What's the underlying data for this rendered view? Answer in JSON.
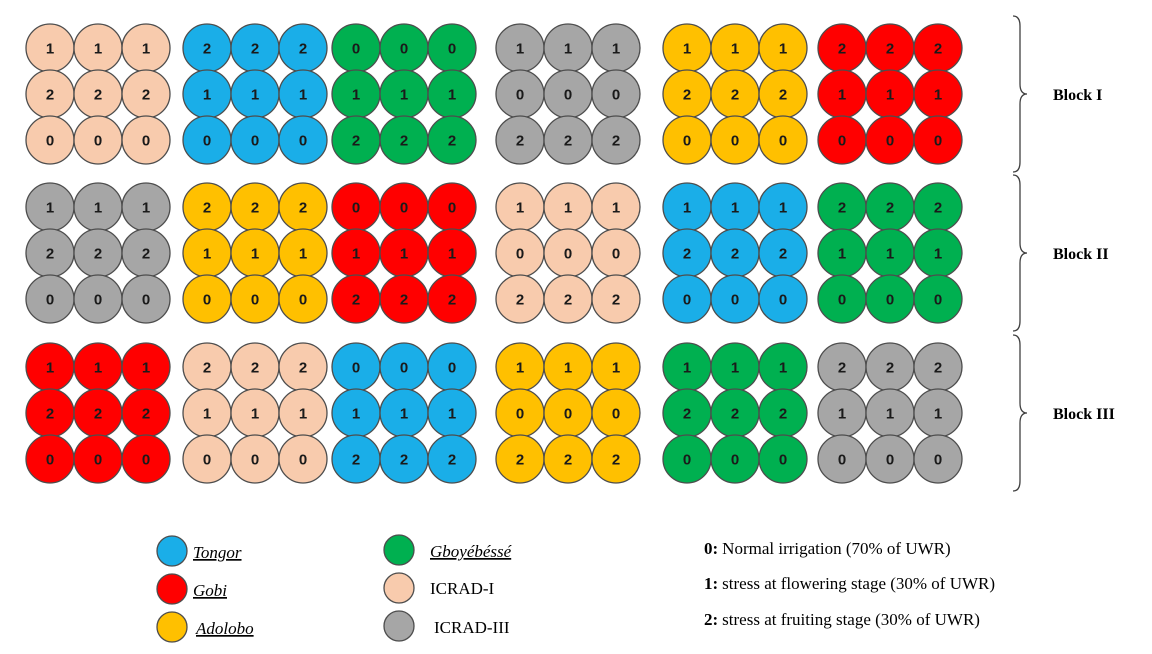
{
  "blocks": [
    {
      "label": "Block I",
      "plots": [
        {
          "variety": "icrad1",
          "rows": [
            [
              "1",
              "1",
              "1"
            ],
            [
              "2",
              "2",
              "2"
            ],
            [
              "0",
              "0",
              "0"
            ]
          ]
        },
        {
          "variety": "tongor",
          "rows": [
            [
              "2",
              "2",
              "2"
            ],
            [
              "1",
              "1",
              "1"
            ],
            [
              "0",
              "0",
              "0"
            ]
          ]
        },
        {
          "variety": "gboyebesse",
          "rows": [
            [
              "0",
              "0",
              "0"
            ],
            [
              "1",
              "1",
              "1"
            ],
            [
              "2",
              "2",
              "2"
            ]
          ]
        },
        {
          "variety": "icrad3",
          "rows": [
            [
              "1",
              "1",
              "1"
            ],
            [
              "0",
              "0",
              "0"
            ],
            [
              "2",
              "2",
              "2"
            ]
          ]
        },
        {
          "variety": "adolobo",
          "rows": [
            [
              "1",
              "1",
              "1"
            ],
            [
              "2",
              "2",
              "2"
            ],
            [
              "0",
              "0",
              "0"
            ]
          ]
        },
        {
          "variety": "gobi",
          "rows": [
            [
              "2",
              "2",
              "2"
            ],
            [
              "1",
              "1",
              "1"
            ],
            [
              "0",
              "0",
              "0"
            ]
          ]
        }
      ]
    },
    {
      "label": "Block II",
      "plots": [
        {
          "variety": "icrad3",
          "rows": [
            [
              "1",
              "1",
              "1"
            ],
            [
              "2",
              "2",
              "2"
            ],
            [
              "0",
              "0",
              "0"
            ]
          ]
        },
        {
          "variety": "adolobo",
          "rows": [
            [
              "2",
              "2",
              "2"
            ],
            [
              "1",
              "1",
              "1"
            ],
            [
              "0",
              "0",
              "0"
            ]
          ]
        },
        {
          "variety": "gobi",
          "rows": [
            [
              "0",
              "0",
              "0"
            ],
            [
              "1",
              "1",
              "1"
            ],
            [
              "2",
              "2",
              "2"
            ]
          ]
        },
        {
          "variety": "icrad1",
          "rows": [
            [
              "1",
              "1",
              "1"
            ],
            [
              "0",
              "0",
              "0"
            ],
            [
              "2",
              "2",
              "2"
            ]
          ]
        },
        {
          "variety": "tongor",
          "rows": [
            [
              "1",
              "1",
              "1"
            ],
            [
              "2",
              "2",
              "2"
            ],
            [
              "0",
              "0",
              "0"
            ]
          ]
        },
        {
          "variety": "gboyebesse",
          "rows": [
            [
              "2",
              "2",
              "2"
            ],
            [
              "1",
              "1",
              "1"
            ],
            [
              "0",
              "0",
              "0"
            ]
          ]
        }
      ]
    },
    {
      "label": "Block III",
      "plots": [
        {
          "variety": "gobi",
          "rows": [
            [
              "1",
              "1",
              "1"
            ],
            [
              "2",
              "2",
              "2"
            ],
            [
              "0",
              "0",
              "0"
            ]
          ]
        },
        {
          "variety": "icrad1",
          "rows": [
            [
              "2",
              "2",
              "2"
            ],
            [
              "1",
              "1",
              "1"
            ],
            [
              "0",
              "0",
              "0"
            ]
          ]
        },
        {
          "variety": "tongor",
          "rows": [
            [
              "0",
              "0",
              "0"
            ],
            [
              "1",
              "1",
              "1"
            ],
            [
              "2",
              "2",
              "2"
            ]
          ]
        },
        {
          "variety": "adolobo",
          "rows": [
            [
              "1",
              "1",
              "1"
            ],
            [
              "0",
              "0",
              "0"
            ],
            [
              "2",
              "2",
              "2"
            ]
          ]
        },
        {
          "variety": "gboyebesse",
          "rows": [
            [
              "1",
              "1",
              "1"
            ],
            [
              "2",
              "2",
              "2"
            ],
            [
              "0",
              "0",
              "0"
            ]
          ]
        },
        {
          "variety": "icrad3",
          "rows": [
            [
              "2",
              "2",
              "2"
            ],
            [
              "1",
              "1",
              "1"
            ],
            [
              "0",
              "0",
              "0"
            ]
          ]
        }
      ]
    }
  ],
  "colors": {
    "tongor": "#1aaee8",
    "gobi": "#ff0000",
    "adolobo": "#ffc000",
    "gboyebesse": "#00b050",
    "icrad1": "#f8cbad",
    "icrad3": "#a6a6a6"
  },
  "legend": {
    "varieties": [
      {
        "key": "tongor",
        "label": "Tongor",
        "italic": true
      },
      {
        "key": "gobi",
        "label": "Gobi",
        "italic": true
      },
      {
        "key": "adolobo",
        "label": "Adolobo",
        "italic": true
      },
      {
        "key": "gboyebesse",
        "label": "Gboyébéssé",
        "italic": true
      },
      {
        "key": "icrad1",
        "label": "ICRAD-I",
        "italic": false
      },
      {
        "key": "icrad3",
        "label": "ICRAD-III",
        "italic": false
      }
    ],
    "treatments": [
      {
        "code": "0:",
        "description": "Normal irrigation (70% of UWR)"
      },
      {
        "code": "1:",
        "description": "stress at flowering stage (30% of UWR)"
      },
      {
        "code": "2:",
        "description": "stress at fruiting stage (30% of UWR)"
      }
    ]
  }
}
